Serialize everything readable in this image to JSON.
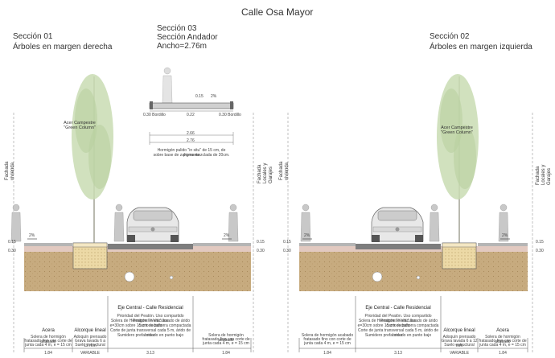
{
  "title": "Calle Osa Mayor",
  "section01": {
    "line1": "Sección 01",
    "line2": "Árboles en margen derecha",
    "tree_label": [
      "Acer Campestre",
      "\"Green Column\""
    ],
    "left_vertical": "Fachada\nvivienda",
    "right_vertical": "Fachada\nLocales y\nGarajes",
    "level_left": [
      "0.15",
      "0.30"
    ],
    "level_right": [
      "0.15",
      "0.30"
    ],
    "slope_left": "2%",
    "slope_right": "2%",
    "zones": [
      {
        "name": "Acera",
        "notes": [
          "Solera de hormigón acabado",
          "fratasado fino con corte de",
          "junta cada 4 m, e = 15 cm"
        ],
        "dim": "1.84"
      },
      {
        "name": "Alcorque lineal",
        "notes": [
          "Adoquín prensado",
          "Grava lavada 6 a 12 mm",
          "Suelo estructural"
        ],
        "dim": "VARIABLE"
      },
      {
        "name": "Eje Central - Calle Residencial",
        "notes": [
          "Prioridad del Peatón. Uso compartido Peatones-Vehículos",
          "Solera de Hormigón \"in situ\" lavado de árido canto rodado",
          "e=30cm sobre 15 cm de zahorra compactada",
          "Corte de junta transversal cada 5 m, árido de color",
          "Sumidero prefabricado en punto bajo"
        ],
        "dim": "3.13"
      },
      {
        "name": "",
        "notes": [
          "Solera de hormigón acabado",
          "fratasado fino con corte de",
          "junta cada 4 m, e = 15 cm"
        ],
        "dim": "1.84"
      }
    ]
  },
  "section03": {
    "line1": "Sección 03",
    "line2": "Sección Andador",
    "line3": "Ancho=2.76m",
    "dim_top": "0.15",
    "slope": "2%",
    "dim_inner": "0.22",
    "dim_width1": "2.66",
    "dim_width2": "2.76",
    "left_note": "0.30 Bordillo",
    "right_note": "0.30 Bordillo",
    "caption": [
      "Hormigón pulido \"in situ\" de 15 cm, de pigmento",
      "sobre base de zahorra mezclada de 20cm."
    ]
  },
  "section02": {
    "line1": "Sección 02",
    "line2": "Árboles en margen izquierda",
    "tree_label": [
      "Acer Campestre",
      "\"Green Column\""
    ],
    "left_vertical": "Fachada\nvivienda",
    "right_vertical": "Fachada\nLocales y\nGarajes",
    "level_left": [
      "0.15",
      "0.30"
    ],
    "level_right": [
      "0.15",
      "0.30"
    ],
    "slope_left": "2%",
    "slope_right": "2%",
    "zones": [
      {
        "name": "",
        "notes": [
          "Solera de hormigón acabado",
          "fratasado fino con corte de",
          "junta cada 4 m, e = 15 cm"
        ],
        "dim": "1.84"
      },
      {
        "name": "Eje Central - Calle Residencial",
        "notes": [
          "Prioridad del Peatón. Uso compartido Peatones-Vehículos",
          "Solera de Hormigón \"in situ\" lavado de árido canto rodado",
          "e=30cm sobre 15 cm de zahorra compactada",
          "Corte de junta transversal cada 5 m, árido de color",
          "Sumidero prefabricado en punto bajo"
        ],
        "dim": "3.13"
      },
      {
        "name": "Alcorque lineal",
        "notes": [
          "Adoquín prensado",
          "Grava lavada 6 a 12 mm",
          "Suelo estructural"
        ],
        "dim": "VARIABLE"
      },
      {
        "name": "Acera",
        "notes": [
          "Solera de hormigón acabado",
          "fratasado fino con corte de",
          "junta cada 4 m, e = 15 cm"
        ],
        "dim": "1.84"
      }
    ]
  },
  "colors": {
    "soil": "#c7ab7f",
    "soil_dark": "#a98a5c",
    "sub_base": "#e2c9c0",
    "pavement": "#9a9a9a",
    "tree": "#c9dcb3",
    "alcorque": "#ecd9a6"
  }
}
